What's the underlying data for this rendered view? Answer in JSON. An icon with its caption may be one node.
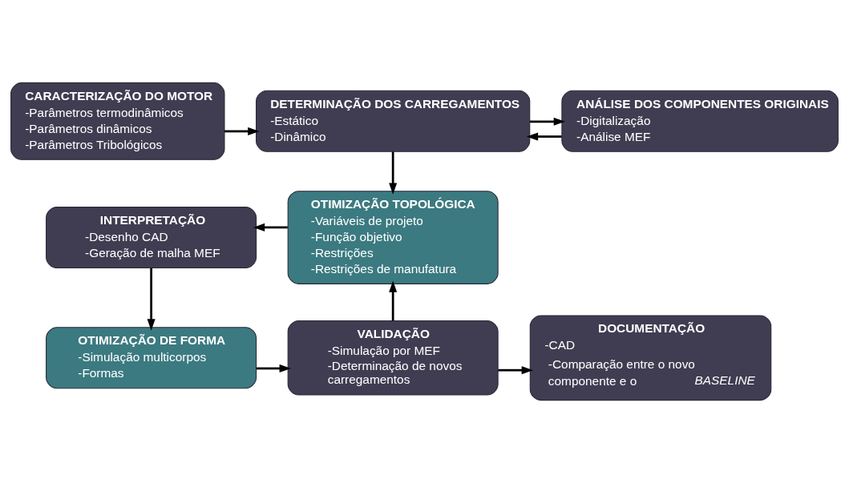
{
  "diagram": {
    "nodes": [
      {
        "text": [
          "CARACTERIZAÇÃO DO MOTOR",
          "-Parâmetros termodinâmicos",
          "-Parâmetros dinâmicos",
          "-Parâmetros Tribológicos"
        ]
      },
      {
        "text": [
          "DETERMINAÇÃO DOS CARREGAMENTOS",
          "-Estático",
          "-Dinâmico"
        ]
      },
      {
        "text": [
          "ANÁLISE DOS COMPONENTES ORIGINAIS",
          "-Digitalização",
          "-Análise MEF"
        ]
      },
      {
        "text": [
          "OTIMIZAÇÃO TOPOLÓGICA",
          "-Variáveis de projeto",
          "-Função objetivo",
          "-Restrições",
          "-Restrições de manufatura"
        ]
      },
      {
        "text": [
          "INTERPRETAÇÃO",
          "-Desenho CAD",
          "-Geração de malha MEF"
        ]
      },
      {
        "text": [
          "OTIMIZAÇÃO DE FORMA",
          "-Simulação multicorpos",
          "-Formas"
        ]
      },
      {
        "text": [
          "VALIDAÇÃO",
          "-Simulação por MEF",
          "-Determinação de novos carregamentos"
        ]
      },
      {
        "text": [
          "DOCUMENTAÇÃO",
          "-CAD",
          "-Comparação entre o novo componente e o *BASELINE*"
        ]
      }
    ],
    "edges": [
      {
        "from": 0,
        "to": 1,
        "arrow": "to"
      },
      {
        "from": 1,
        "to": 2,
        "arrow": "to"
      },
      {
        "from": 2,
        "to": 1,
        "arrow": "to"
      },
      {
        "from": 1,
        "to": 3,
        "arrow": "to"
      },
      {
        "from": 3,
        "to": 4,
        "arrow": "to"
      },
      {
        "from": 4,
        "to": 5,
        "arrow": "to"
      },
      {
        "from": 5,
        "to": 6,
        "arrow": "to"
      },
      {
        "from": 6,
        "to": 3,
        "arrow": "to"
      },
      {
        "from": 6,
        "to": 7,
        "arrow": "to"
      }
    ]
  }
}
